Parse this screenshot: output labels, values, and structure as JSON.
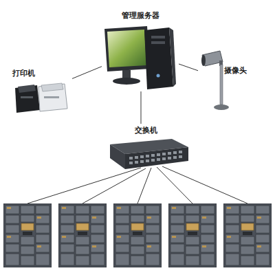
{
  "diagram": {
    "nodes": [
      {
        "text": [
          "管理服务器"
        ]
      },
      {
        "text": [
          "打印机"
        ]
      },
      {
        "text": [
          "摄像头"
        ]
      },
      {
        "text": [
          "交换机"
        ]
      }
    ],
    "edges": [
      {
        "from": 1,
        "to": 0,
        "arrow": "none"
      },
      {
        "from": 0,
        "to": 2,
        "arrow": "none"
      },
      {
        "from": 0,
        "to": 3,
        "arrow": "none"
      }
    ]
  }
}
